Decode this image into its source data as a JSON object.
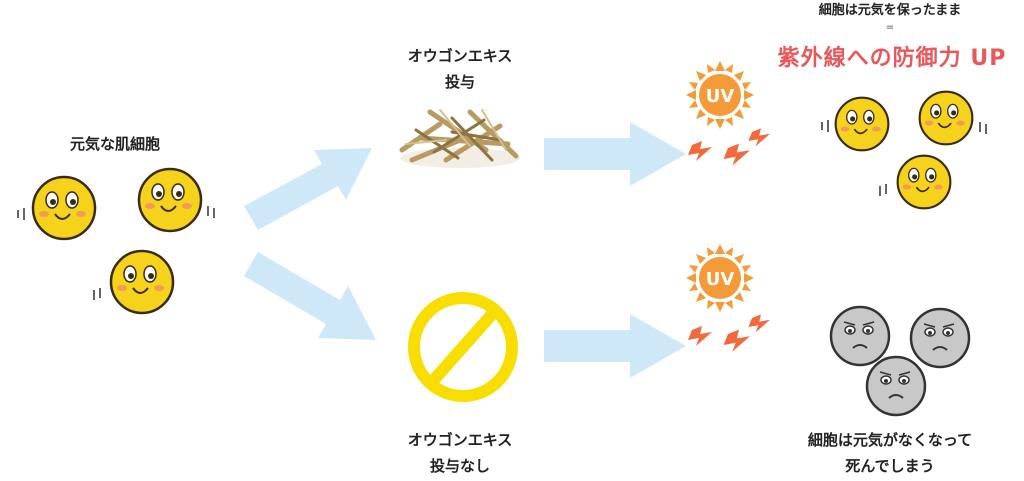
{
  "labels": {
    "start": "元気な肌細胞",
    "with_extract_line1": "オウゴンエキス",
    "with_extract_line2": "投与",
    "without_extract_line1": "オウゴンエキス",
    "without_extract_line2": "投与なし",
    "result_top_line1": "細胞は元気を保ったまま",
    "result_top_equals": "=",
    "result_top_highlight": "紫外線への防御力 UP",
    "result_bottom_line1": "細胞は元気がなくなって",
    "result_bottom_line2": "死んでしまう",
    "uv_top": "UV",
    "uv_bottom": "UV"
  },
  "colors": {
    "arrow": "#cfe8f7",
    "happy_cell": "#f5d21c",
    "sick_cell": "#c8c8c8",
    "no_symbol": "#f7de00",
    "sun": "#f59a38",
    "highlight_text": "#e8585a"
  }
}
